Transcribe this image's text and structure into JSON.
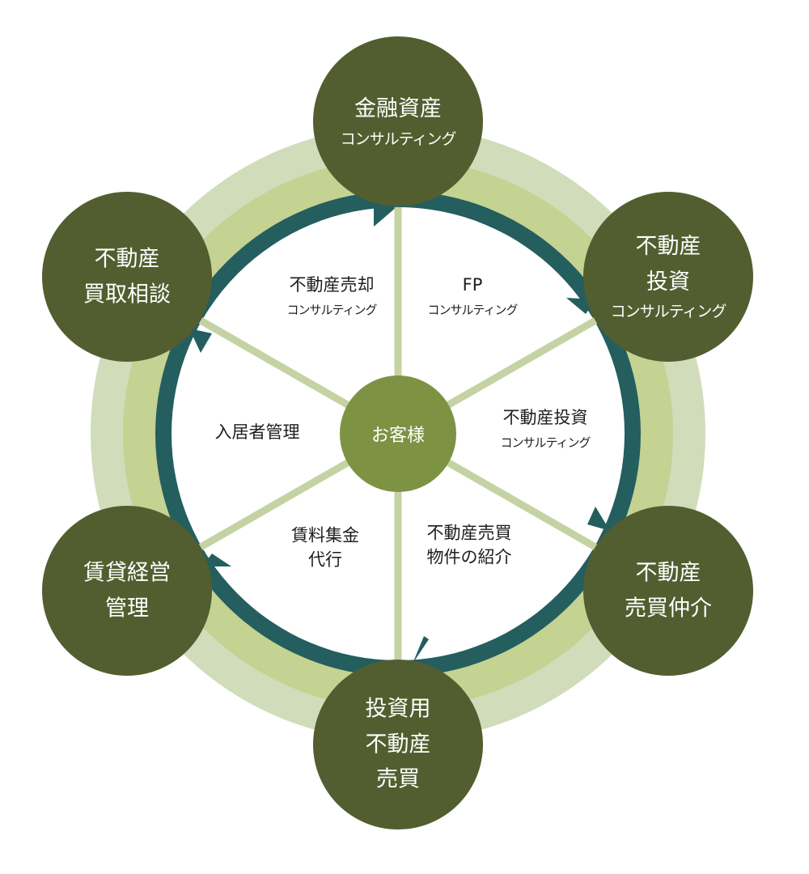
{
  "center": {
    "label": "お客様"
  },
  "nodes": [
    {
      "id": "top",
      "lines": [
        "金融資産",
        "コンサルティング"
      ]
    },
    {
      "id": "upper-right",
      "lines": [
        "不動産",
        "投資",
        "コンサルティング"
      ]
    },
    {
      "id": "lower-right",
      "lines": [
        "不動産",
        "売買仲介"
      ]
    },
    {
      "id": "bottom",
      "lines": [
        "投資用",
        "不動産",
        "売買"
      ]
    },
    {
      "id": "lower-left",
      "lines": [
        "賃貸経営",
        "管理"
      ]
    },
    {
      "id": "upper-left",
      "lines": [
        "不動産",
        "買取相談"
      ]
    }
  ],
  "segments": [
    {
      "id": "upper-left",
      "lines": [
        "不動産売却",
        "コンサルティング"
      ]
    },
    {
      "id": "upper-right",
      "lines": [
        "FP",
        "コンサルティング"
      ]
    },
    {
      "id": "right",
      "lines": [
        "不動産投資",
        "コンサルティング"
      ]
    },
    {
      "id": "lower-right",
      "lines": [
        "不動産売買",
        "物件の紹介"
      ]
    },
    {
      "id": "lower-left",
      "lines": [
        "賃料集金",
        "代行"
      ]
    },
    {
      "id": "left",
      "lines": [
        "入居者管理"
      ]
    }
  ],
  "colors": {
    "node_fill": "#525e2f",
    "center_fill": "#7e9244",
    "outer_ring": "#cbd6ad",
    "inner_ring": "#c3d18f",
    "arrow_ring": "#245e5f",
    "spokes": "#c5d2a3",
    "node_text": "#ffffff",
    "segment_text": "#1e1e1e"
  }
}
